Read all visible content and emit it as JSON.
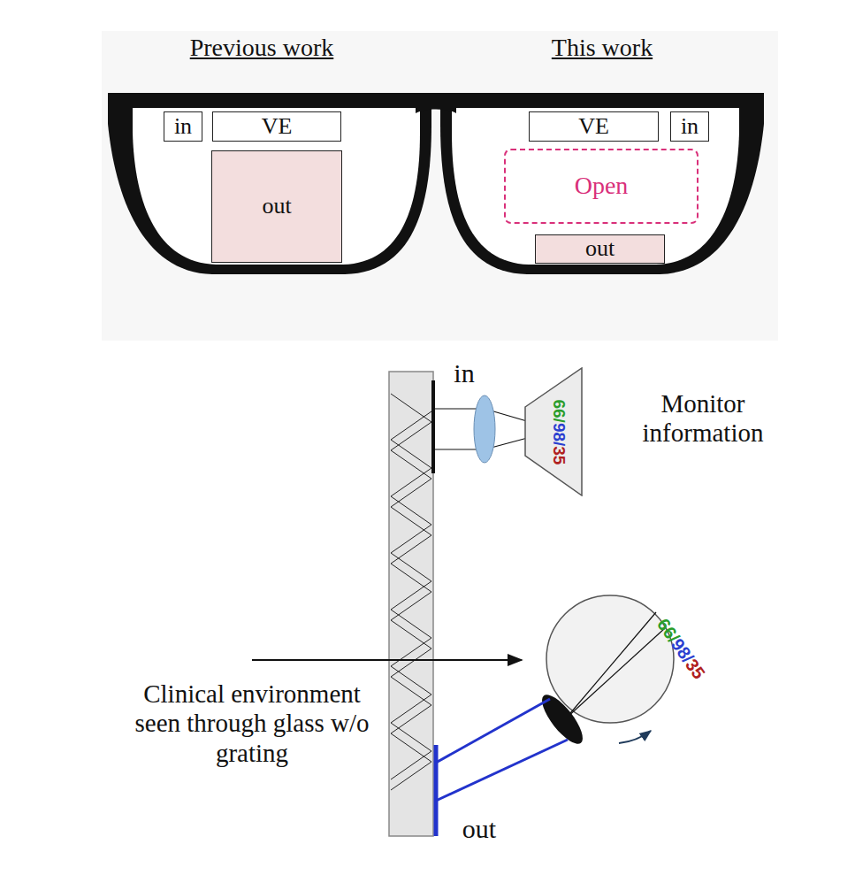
{
  "diagram": {
    "nodes": [
      {
        "text": [
          "in"
        ]
      },
      {
        "text": [
          "VE"
        ]
      },
      {
        "text": [
          "out"
        ]
      },
      {
        "text": [
          "VE"
        ]
      },
      {
        "text": [
          "in"
        ]
      },
      {
        "text": [
          "Open"
        ]
      },
      {
        "text": [
          "out"
        ]
      },
      {
        "text": [
          "66/98/35"
        ]
      }
    ],
    "labels": [
      "Previous work",
      "This work",
      "in",
      "Monitor information",
      "Clinical environment seen through glass w/o grating",
      "66/98/35",
      "out"
    ]
  }
}
